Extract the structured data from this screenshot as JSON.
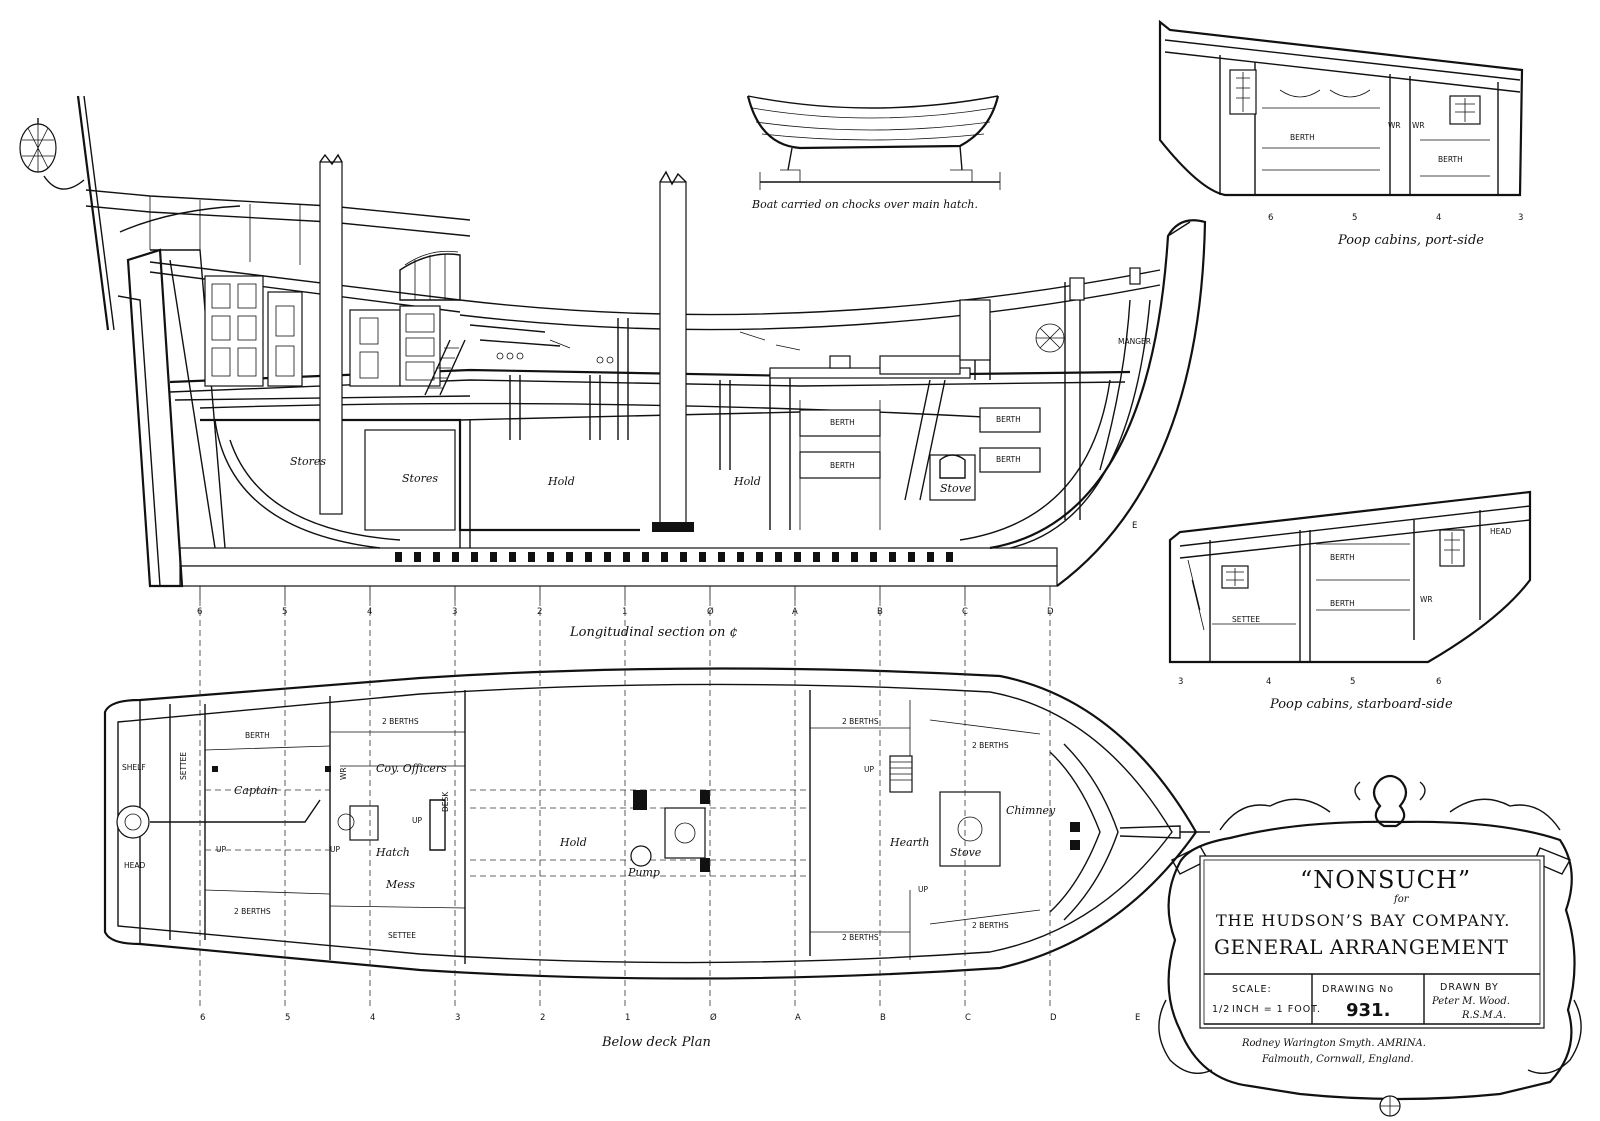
{
  "boat": {
    "caption": "Boat carried on chocks over main hatch."
  },
  "port": {
    "caption": "Poop cabins, port-side",
    "labels": [
      "BERTH",
      "BERTH",
      "WR",
      "WR"
    ],
    "stations": [
      "6",
      "5",
      "4",
      "3"
    ]
  },
  "starboard": {
    "caption": "Poop cabins, starboard-side",
    "labels": [
      "BERTH",
      "BERTH",
      "SETTEE",
      "HEAD",
      "WR"
    ],
    "stations": [
      "3",
      "4",
      "5",
      "6"
    ]
  },
  "section": {
    "caption": "Longitudinal section on ¢",
    "labels": {
      "stores1": "Stores",
      "stores2": "Stores",
      "hold1": "Hold",
      "hold2": "Hold",
      "berth1": "BERTH",
      "berth2": "BERTH",
      "berth3": "BERTH",
      "berth4": "BERTH",
      "stove": "Stove",
      "manger": "MANGER",
      "e": "E"
    },
    "stations": [
      "6",
      "5",
      "4",
      "3",
      "2",
      "1",
      "Ø",
      "A",
      "B",
      "C",
      "D"
    ]
  },
  "plan": {
    "caption": "Below deck Plan",
    "labels": {
      "berth": "BERTH",
      "two_berths_a": "2 BERTHS",
      "shelf": "SHELF",
      "settee_a": "SETTEE",
      "captain": "Captain",
      "coy": "Coy. Officers",
      "up1": "UP",
      "up2": "UP",
      "up3": "UP",
      "up4": "UP",
      "up5": "UP",
      "hatch": "Hatch",
      "mess": "Mess",
      "head": "HEAD",
      "two_berths_b": "2 BERTHS",
      "settee_b": "SETTEE",
      "hold": "Hold",
      "pump": "Pump",
      "fb1": "2 BERTHS",
      "fb2": "2 BERTHS",
      "fb3": "2 BERTHS",
      "fb4": "2 BERTHS",
      "hearth": "Hearth",
      "stove": "Stove",
      "chimney": "Chimney",
      "desk": "DESK",
      "wr": "WR"
    },
    "stations": [
      "6",
      "5",
      "4",
      "3",
      "2",
      "1",
      "Ø",
      "A",
      "B",
      "C",
      "D",
      "E"
    ]
  },
  "title_block": {
    "name": "“NONSUCH”",
    "for": "for",
    "company": "THE HUDSON’S BAY COMPANY.",
    "arrangement": "GENERAL ARRANGEMENT",
    "scale_label": "SCALE:",
    "scale_half": "1/2",
    "scale_value": "INCH = 1 FOOT.",
    "drawing_label": "DRAWING No",
    "drawing_no": "931.",
    "drawn_label": "DRAWN BY",
    "drawn_name": "Peter M. Wood.",
    "drawn_title": "R.S.M.A.",
    "maker": "Rodney Warington Smyth. AMRINA.",
    "place": "Falmouth, Cornwall, England."
  }
}
